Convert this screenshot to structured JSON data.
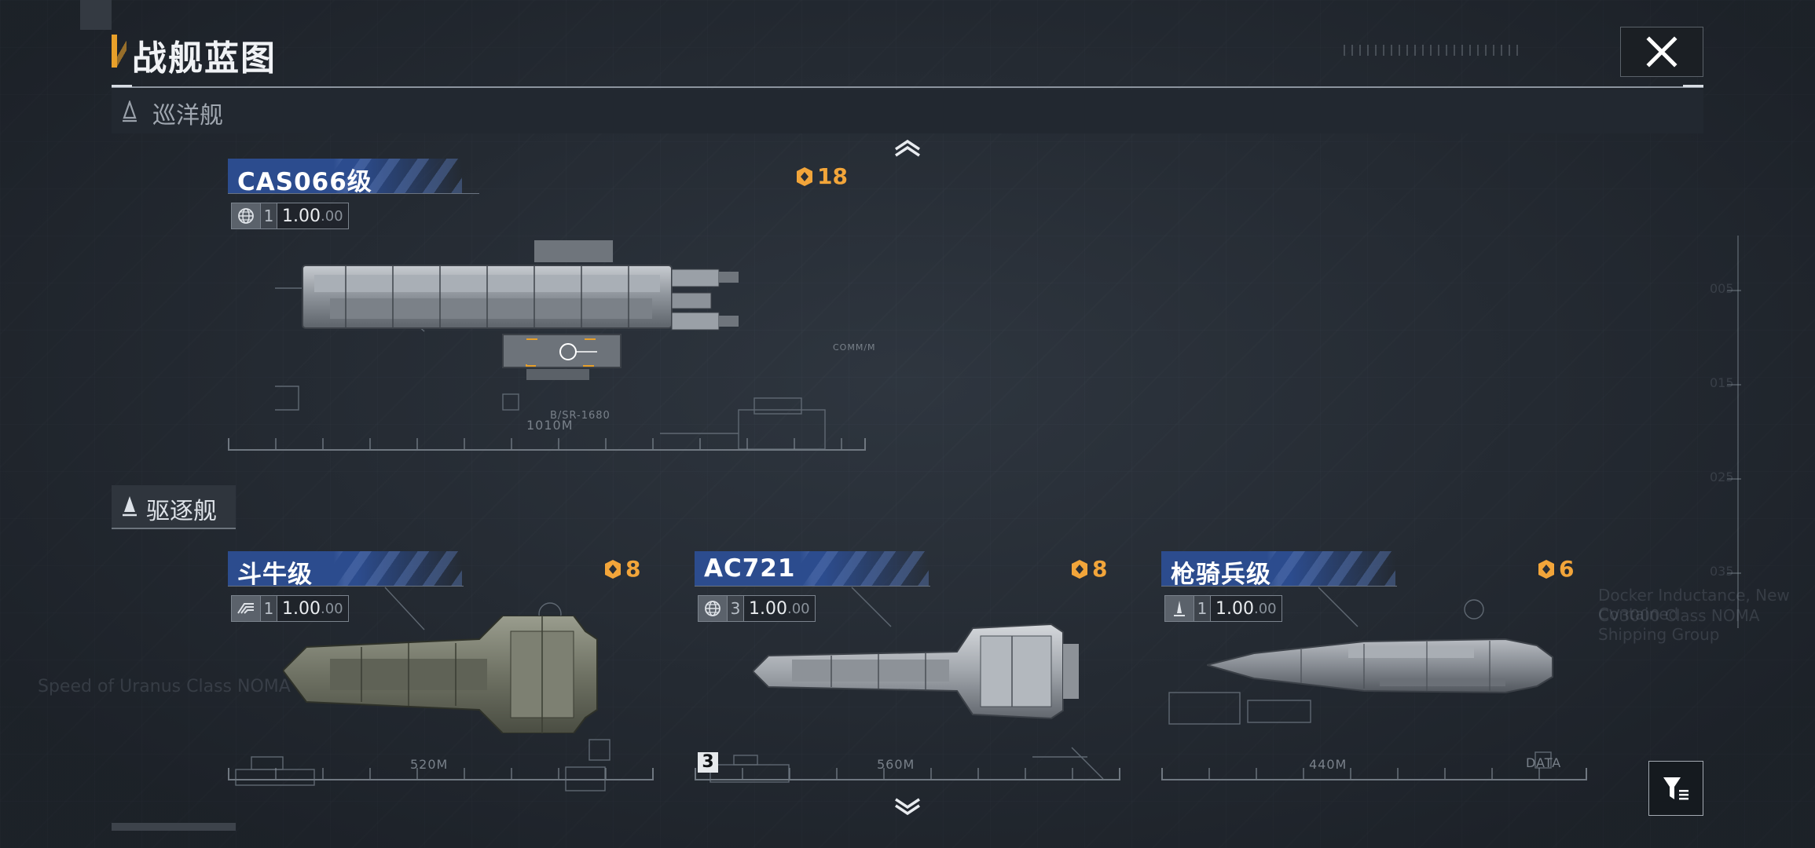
{
  "header": {
    "title": "战舰蓝图"
  },
  "sections": {
    "cruiser": {
      "label": "巡洋舰"
    },
    "destroyer": {
      "label": "驱逐舰"
    }
  },
  "colors": {
    "accent": "#e8a02a",
    "count": "#f2a53a",
    "name_band": "#2c4c8e"
  },
  "ships": [
    {
      "name": "CAS066级",
      "count": "18",
      "icon": "globe-icon",
      "tier": "1",
      "value_main": "1.00",
      "value_dim": ".00",
      "length": "1010M",
      "annotation_1": "B/SR-1680",
      "annotation_2": "COMM/M"
    },
    {
      "name": "斗牛级",
      "count": "8",
      "icon": "speed-icon",
      "tier": "1",
      "value_main": "1.00",
      "value_dim": ".00",
      "length": "520M"
    },
    {
      "name": "AC721",
      "count": "8",
      "icon": "globe-icon",
      "tier": "3",
      "value_main": "1.00",
      "value_dim": ".00",
      "length": "560M",
      "badge": "3"
    },
    {
      "name": "枪骑兵级",
      "count": "6",
      "icon": "lancer-icon",
      "tier": "1",
      "value_main": "1.00",
      "value_dim": ".00",
      "length": "440M",
      "tag": "DATA"
    }
  ],
  "background_text": {
    "left": "Speed of Uranus Class NOMA Shipping Co.",
    "right_1": "Docker Inductance, New Contained",
    "right_2": "CV3000 Class NOMA Shipping Group",
    "scale": [
      "005",
      "015",
      "025",
      "035"
    ]
  }
}
